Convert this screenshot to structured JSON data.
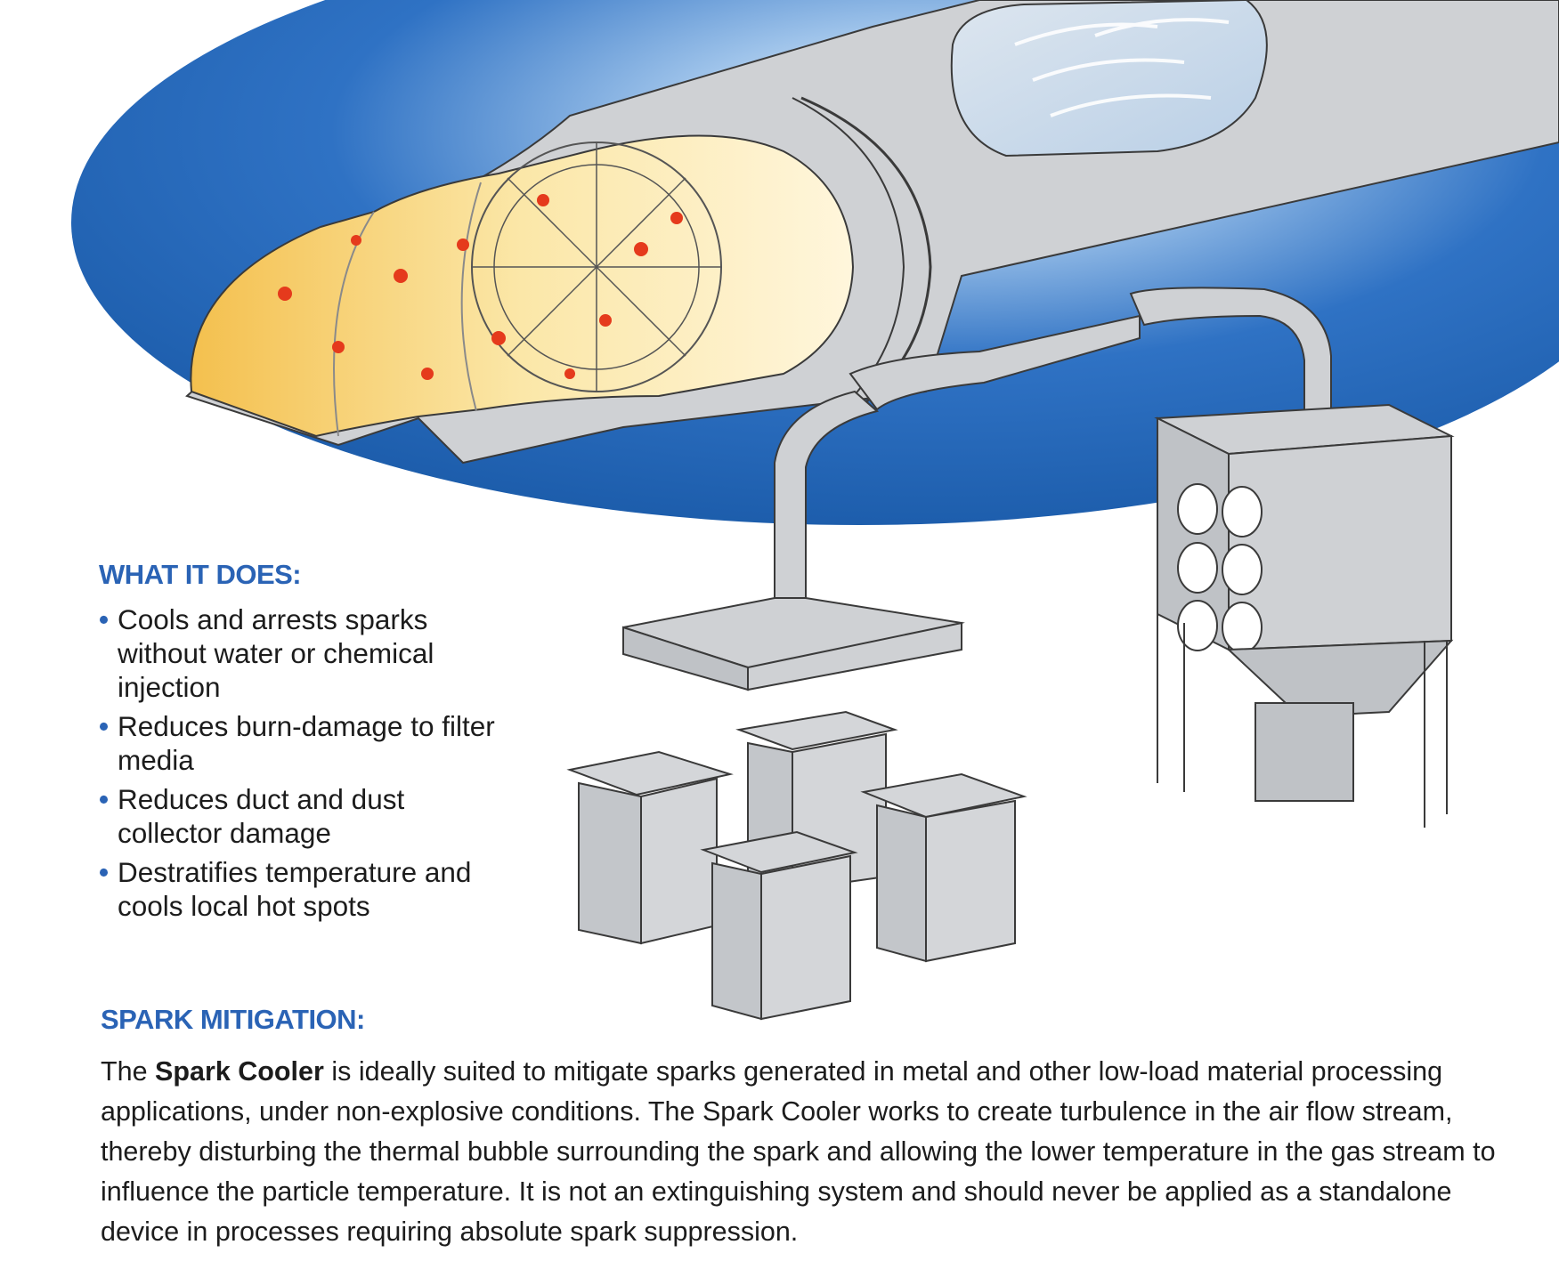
{
  "what_it_does": {
    "heading": "WHAT IT DOES:",
    "items": [
      {
        "label": "Cools and arrests sparks without water or chemical injection"
      },
      {
        "label": "Reduces burn-damage to filter media"
      },
      {
        "label": "Reduces duct and dust collector damage"
      },
      {
        "label": "Destratifies temperature and cools local hot spots"
      }
    ]
  },
  "spark_mitigation": {
    "heading": "SPARK MITIGATION:",
    "paragraph_lead": "The ",
    "paragraph_bold": "Spark Cooler",
    "paragraph_rest": " is ideally suited to mitigate sparks generated in metal and other low-load material processing applications, under non-explosive conditions. The Spark Cooler works to create turbulence in the air flow stream, thereby disturbing the thermal bubble surrounding the spark and allowing the lower temperature in the gas stream to influence the particle temperature. It is not an extinguishing system and should never be applied as a standalone device in processes requiring absolute spark suppression."
  },
  "colors": {
    "heading_blue": "#2a63b5",
    "ellipse_blue": "#1f5fb0",
    "duct_gray": "#cfd1d4",
    "spark_red": "#e53a1c",
    "glow_yellow": "#f5c95a"
  },
  "icons": [
    "spark-cooler-illustration",
    "duct-icon",
    "dust-collector-icon",
    "workbench-icon",
    "spark-icon"
  ]
}
